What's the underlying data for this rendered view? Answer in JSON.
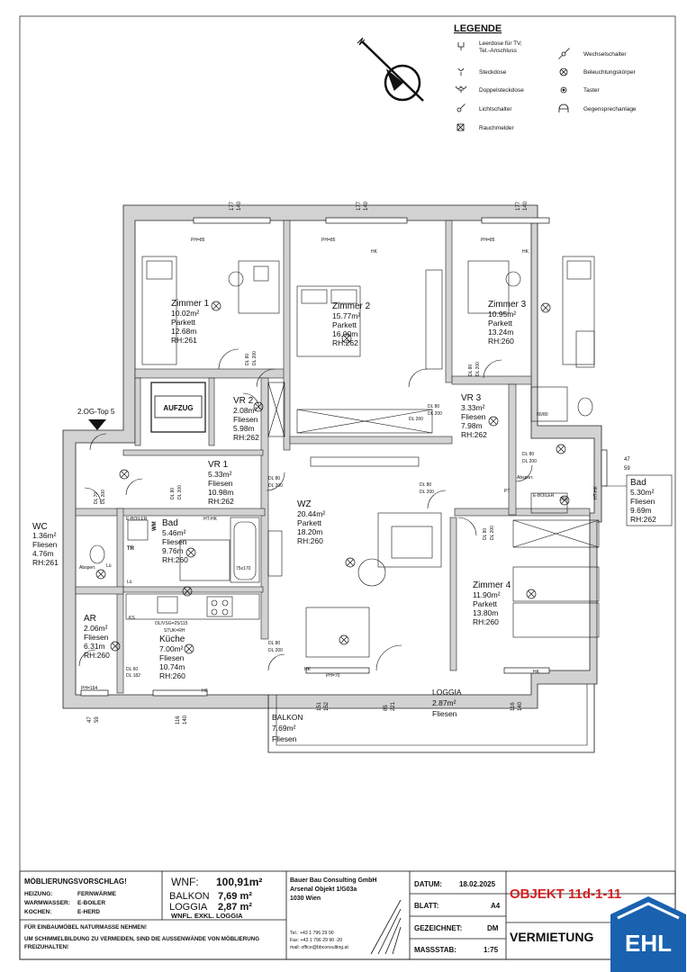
{
  "legend": {
    "title": "LEGENDE",
    "items": [
      {
        "icon": "tv-socket-icon",
        "lines": [
          "Leerdose für TV,",
          "Tel.-Anschluss"
        ]
      },
      {
        "icon": "two-way-switch-icon",
        "lines": [
          "Wechselschalter"
        ]
      },
      {
        "icon": "socket-icon",
        "lines": [
          "Steckdose"
        ]
      },
      {
        "icon": "light-fixture-icon",
        "lines": [
          "Beleuchtungskörper"
        ]
      },
      {
        "icon": "double-socket-icon",
        "lines": [
          "Doppelsteckdose"
        ]
      },
      {
        "icon": "push-button-icon",
        "lines": [
          "Taster"
        ]
      },
      {
        "icon": "light-switch-icon",
        "lines": [
          "Lichtschalter"
        ]
      },
      {
        "icon": "intercom-icon",
        "lines": [
          "Gegensprechanlage"
        ]
      },
      {
        "icon": "smoke-detector-icon",
        "lines": [
          "Rauchmelder"
        ]
      }
    ]
  },
  "rooms": [
    {
      "id": "zimmer1",
      "lines": [
        "Zimmer 1",
        "10.02m²",
        "Parkett",
        "12.68m",
        "RH:261"
      ]
    },
    {
      "id": "zimmer2",
      "lines": [
        "Zimmer 2",
        "15.77m²",
        "Parkett",
        "16.00m",
        "RH:262"
      ]
    },
    {
      "id": "zimmer3",
      "lines": [
        "Zimmer 3",
        "10.95m²",
        "Parkett",
        "13.24m",
        "RH:260"
      ]
    },
    {
      "id": "vr2",
      "lines": [
        "VR 2",
        "2.08m²",
        "Fliesen",
        "5.98m",
        "RH:262"
      ]
    },
    {
      "id": "vr3",
      "lines": [
        "VR 3",
        "3.33m²",
        "Fliesen",
        "7.98m",
        "RH:262"
      ]
    },
    {
      "id": "vr1",
      "lines": [
        "VR 1",
        "5.33m²",
        "Fliesen",
        "10.98m",
        "RH:262"
      ]
    },
    {
      "id": "wz",
      "lines": [
        "WZ",
        "20.44m²",
        "Parkett",
        "18.20m",
        "RH:260"
      ]
    },
    {
      "id": "bad1",
      "lines": [
        "Bad",
        "5.46m²",
        "Fliesen",
        "9.76m",
        "RH:260"
      ]
    },
    {
      "id": "wc",
      "lines": [
        "WC",
        "1.36m²",
        "Fliesen",
        "4.76m",
        "RH:261"
      ]
    },
    {
      "id": "ar",
      "lines": [
        "AR",
        "2.06m²",
        "Fliesen",
        "6.31m",
        "RH:260"
      ]
    },
    {
      "id": "kueche",
      "lines": [
        "Küche",
        "7.00m²",
        "Fliesen",
        "10.74m",
        "RH:260"
      ]
    },
    {
      "id": "zimmer4",
      "lines": [
        "Zimmer 4",
        "11.90m²",
        "Parkett",
        "13.80m",
        "RH:260"
      ]
    },
    {
      "id": "bad2",
      "lines": [
        "Bad",
        "5.30m²",
        "Fliesen",
        "9.69m",
        "RH:262"
      ]
    },
    {
      "id": "loggia",
      "lines": [
        "LOGGIA",
        "2.87m²",
        "Fliesen"
      ]
    },
    {
      "id": "balkon",
      "lines": [
        "BALKON",
        "7.69m²",
        "Fliesen"
      ]
    }
  ],
  "plan_labels": {
    "elevator": "AUFZUG",
    "unit_entry": "2.OG-Top 5",
    "ph85": "PH=85",
    "ph70": "PH=70",
    "ph164": "PH=164",
    "window_dims": [
      [
        "177",
        "140"
      ],
      [
        "177",
        "140"
      ],
      [
        "177",
        "140"
      ],
      [
        "151",
        "152"
      ],
      [
        "85",
        "221"
      ],
      [
        "116",
        "140"
      ],
      [
        "116",
        "140"
      ],
      [
        "47",
        "59"
      ],
      [
        "47",
        "59"
      ]
    ],
    "door_dl80_dl200": [
      "DL 80",
      "DL 200"
    ],
    "dl70": [
      "DL 70",
      "DL 200"
    ],
    "hk": "HK",
    "tr": "TR",
    "wm": "WM",
    "eboiler": "E-BOILER",
    "absperr": "Absperr.",
    "bathtub": "75x170",
    "ks": "KS",
    "kitchen_note": "OL/VSG=25/115",
    "stuk": "STUK=RH",
    "lu": "Lü",
    "pt": "PT",
    "ht_hk": "HT-HK",
    "dl_small": [
      "DL 60",
      "DL 182"
    ],
    "boiler_small": "80/80",
    "dbl": "30L"
  },
  "title_block": {
    "moeblierung": "MÖBLIERUNGSVORSCHLAG!",
    "heizung_label": "HEIZUNG:",
    "heizung_value": "FERNWÄRME",
    "warmwasser_label": "WARMWASSER:",
    "warmwasser_value": "E-BOILER",
    "kochen_label": "KOCHEN:",
    "kochen_value": "E-HERD",
    "wnf_label": "WNF:",
    "wnf_value": "100,91m²",
    "balkon_label": "BALKON",
    "balkon_value": "7,69 m²",
    "loggia_label": "LOGGIA",
    "loggia_value": "2,87 m²",
    "wnf_note": "WNFL. EXKL. LOGGIA",
    "company_name": "Bauer Bau Consulting GmbH",
    "company_project": "Arsenal Objekt 1/G03a",
    "company_city": "1030 Wien",
    "tel": "Tel.: +43 1 796 29 90",
    "fax": "Fax: +43 1 796 29 90 -20",
    "mail": "mail: office@bbconsulting.at",
    "datum_label": "DATUM:",
    "datum_value": "18.02.2025",
    "blatt_label": "BLATT:",
    "blatt_value": "A4",
    "gezeichnet_label": "GEZEICHNET:",
    "gezeichnet_value": "DM",
    "massstab_label": "MASSSTAB:",
    "massstab_value": "1:75",
    "objekt": "OBJEKT 11d-1-11",
    "vermietung": "VERMIETUNG",
    "note1": "FÜR EINBAUMÖBEL NATURMASSE NEHMEN!",
    "note2": "UM SCHIMMELBILDUNG ZU VERMEIDEN, SIND DIE AUSSENWÄNDE VON MÖBLIERUNG",
    "note3": "FREIZUHALTEN!",
    "logo": "EHL",
    "colors": {
      "red": "#d61f1f",
      "logo_blue": "#1a62b0"
    }
  }
}
